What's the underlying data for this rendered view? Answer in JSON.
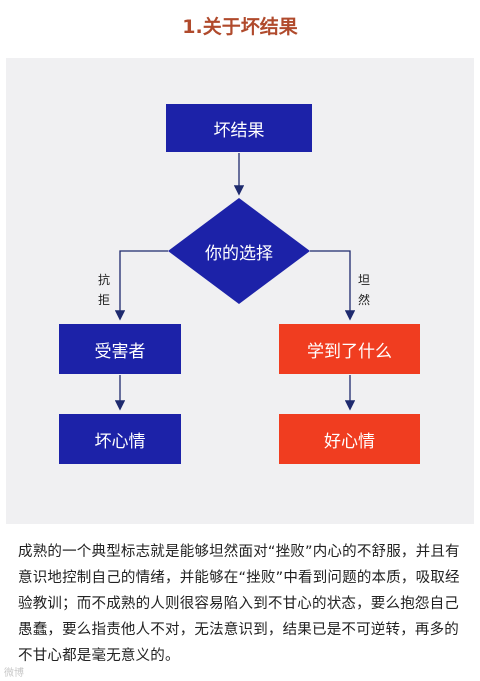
{
  "title": "1.关于坏结果",
  "diagram": {
    "top_node": "坏结果",
    "decision": "你的选择",
    "left_label": "抗\n拒",
    "right_label": "坦\n然",
    "left_mid": "受害者",
    "left_bottom": "坏心情",
    "right_mid": "学到了什么",
    "right_bottom": "好心情",
    "colors": {
      "blue": "#1c22a8",
      "red": "#f03d20"
    }
  },
  "paragraph": "成熟的一个典型标志就是能够坦然面对“挫败”内心的不舒服，并且有意识地控制自己的情绪，并能够在“挫败”中看到问题的本质，吸取经验教训；而不成熟的人则很容易陷入到不甘心的状态，要么抱怨自己愚蠢，要么指责他人不对，无法意识到，结果已是不可逆转，再多的不甘心都是毫无意义的。",
  "watermark": "微博"
}
